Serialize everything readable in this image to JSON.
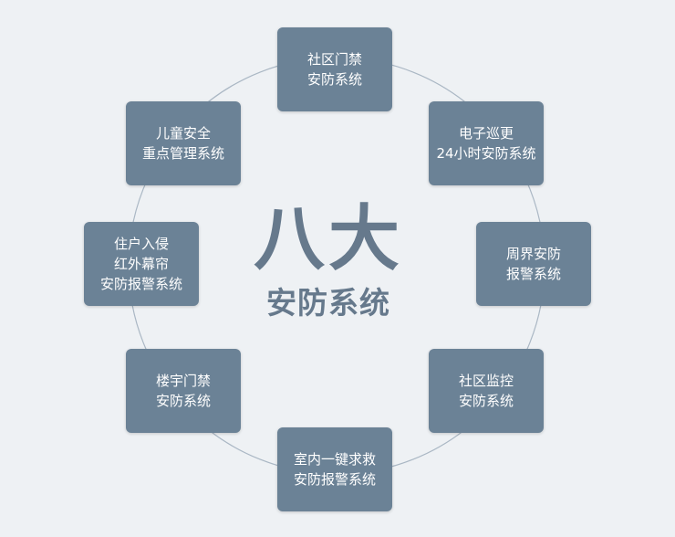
{
  "center": {
    "title": "八大",
    "subtitle": "安防系统"
  },
  "nodes": [
    {
      "id": "top",
      "lines": [
        "社区门禁",
        "安防系统"
      ]
    },
    {
      "id": "top-right",
      "lines": [
        "电子巡更",
        "24小时安防系统"
      ]
    },
    {
      "id": "right",
      "lines": [
        "周界安防",
        "报警系统"
      ]
    },
    {
      "id": "bottom-right",
      "lines": [
        "社区监控",
        "安防系统"
      ]
    },
    {
      "id": "bottom",
      "lines": [
        "室内一键求救",
        "安防报警系统"
      ]
    },
    {
      "id": "bottom-left",
      "lines": [
        "楼宇门禁",
        "安防系统"
      ]
    },
    {
      "id": "left",
      "lines": [
        "住户入侵",
        "红外幕帘",
        "安防报警系统"
      ]
    },
    {
      "id": "top-left",
      "lines": [
        "儿童安全",
        "重点管理系统"
      ]
    }
  ],
  "colors": {
    "background": "#eef1f4",
    "node_fill": "#6b8296",
    "node_text": "#ffffff",
    "center_text": "#66798c",
    "ring": "#aab7c4"
  }
}
